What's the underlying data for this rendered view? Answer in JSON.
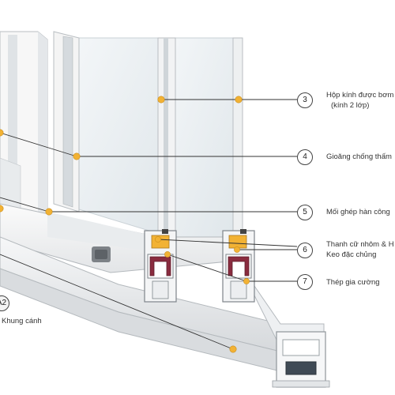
{
  "callouts": [
    {
      "number": "3",
      "line1": "Hộp kính được bơm",
      "line2": "(kính 2 lớp)"
    },
    {
      "number": "4",
      "line1": "Gioăng chống thấm"
    },
    {
      "number": "5",
      "line1": "Mối ghép hàn công"
    },
    {
      "number": "6",
      "line1": "Thanh cữ nhôm & H",
      "line2": "Keo đặc chủng"
    },
    {
      "number": "7",
      "line1": "Thép gia cường"
    }
  ],
  "left_callout": {
    "number": "A2",
    "label": "Khung cánh"
  },
  "colors": {
    "marker": "#f2b234",
    "leader_line": "#333333",
    "glass": "#e9eef1",
    "profile": "#f4f5f6",
    "steel": "#8a2c3f"
  }
}
